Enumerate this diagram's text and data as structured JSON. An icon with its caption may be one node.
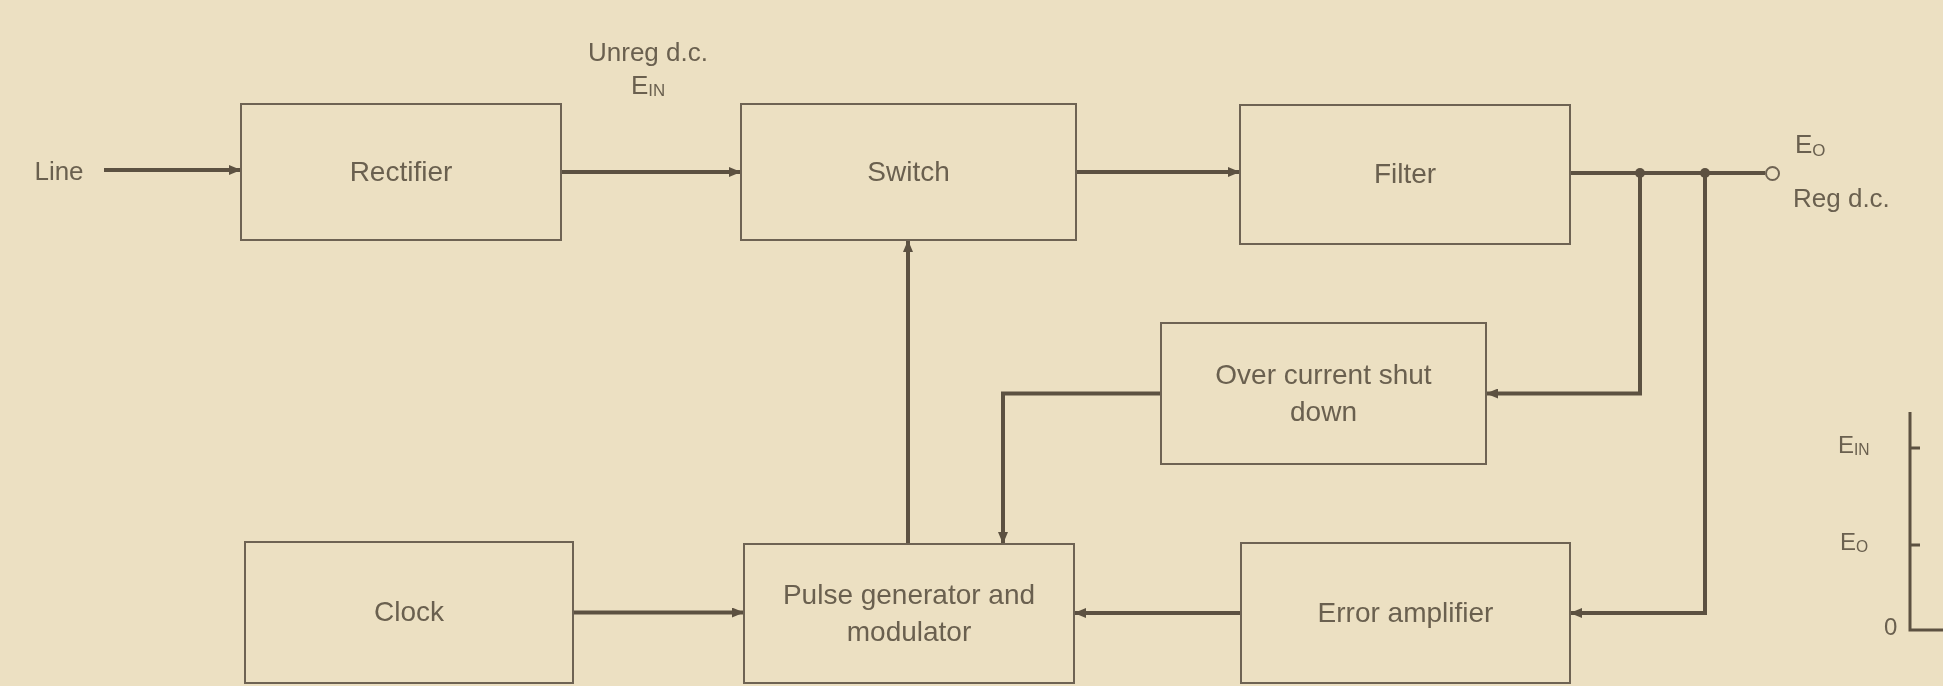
{
  "diagram": {
    "nodes": [
      {
        "text": [
          "Line"
        ]
      },
      {
        "text": [
          "Rectifier"
        ]
      },
      {
        "text": [
          "Switch"
        ]
      },
      {
        "text": [
          "Filter"
        ]
      },
      {
        "text": [
          "Over current shut down"
        ]
      },
      {
        "text": [
          "Clock"
        ]
      },
      {
        "text": [
          "Pulse generator and modulator"
        ]
      },
      {
        "text": [
          "Error amplifier"
        ]
      },
      {
        "text": [],
        "shape": "circle",
        "beside": [
          "E$_{O}$",
          "Reg d.c."
        ]
      }
    ],
    "edges": [
      {
        "from": 0,
        "to": 1,
        "arrow": "to"
      },
      {
        "from": 1,
        "to": 2,
        "arrow": "to",
        "label": "Unreg d.c. E$_{IN}$"
      },
      {
        "from": 2,
        "to": 3,
        "arrow": "to"
      },
      {
        "from": 3,
        "to": 8,
        "arrow": "none"
      },
      {
        "from": 3,
        "to": 4,
        "arrow": "to"
      },
      {
        "from": 3,
        "to": 7,
        "arrow": "to"
      },
      {
        "from": 4,
        "to": 6,
        "arrow": "to"
      },
      {
        "from": 6,
        "to": 2,
        "arrow": "to"
      },
      {
        "from": 5,
        "to": 6,
        "arrow": "to"
      },
      {
        "from": 7,
        "to": 6,
        "arrow": "to"
      }
    ],
    "labels": [
      "E$_{IN}$",
      "E$_{O}$",
      "0"
    ]
  }
}
